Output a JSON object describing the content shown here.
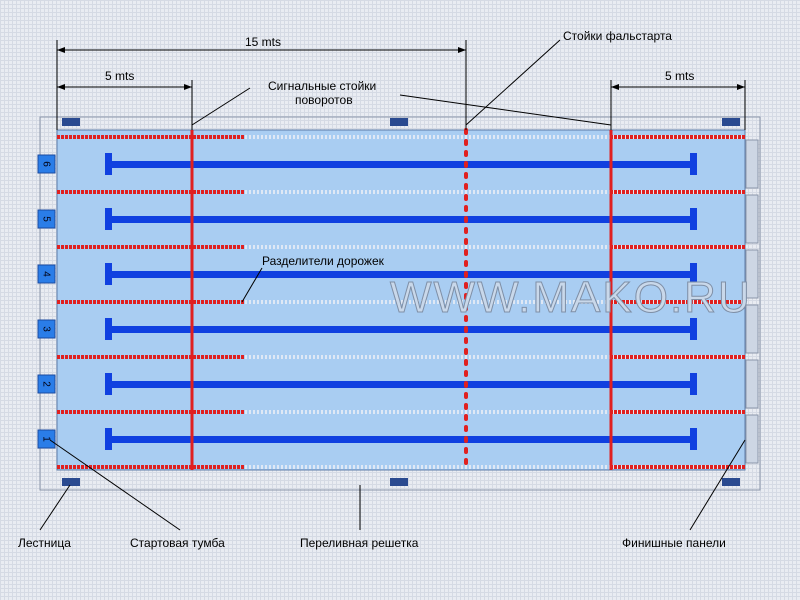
{
  "dimensions": {
    "total": "15 mts",
    "left": "5 mts",
    "right": "5 mts"
  },
  "labels": {
    "false_start": "Стойки фальстарта",
    "turn_signal": "Сигнальные стойки поворотов",
    "turn_signal_line1": "Сигнальные стойки",
    "turn_signal_line2": "поворотов",
    "lane_dividers": "Разделители дорожек",
    "ladder": "Лестница",
    "starting_block": "Стартовая тумба",
    "overflow_grate": "Переливная решетка",
    "finish_panels": "Финишные панели"
  },
  "lanes": [
    "6",
    "5",
    "4",
    "3",
    "2",
    "1"
  ],
  "watermark": "WWW.MAKO.RU",
  "colors": {
    "water": "#a9cdf2",
    "lane_line": "#1040e0",
    "rope_red": "#e02020",
    "marker": "#e02020"
  }
}
